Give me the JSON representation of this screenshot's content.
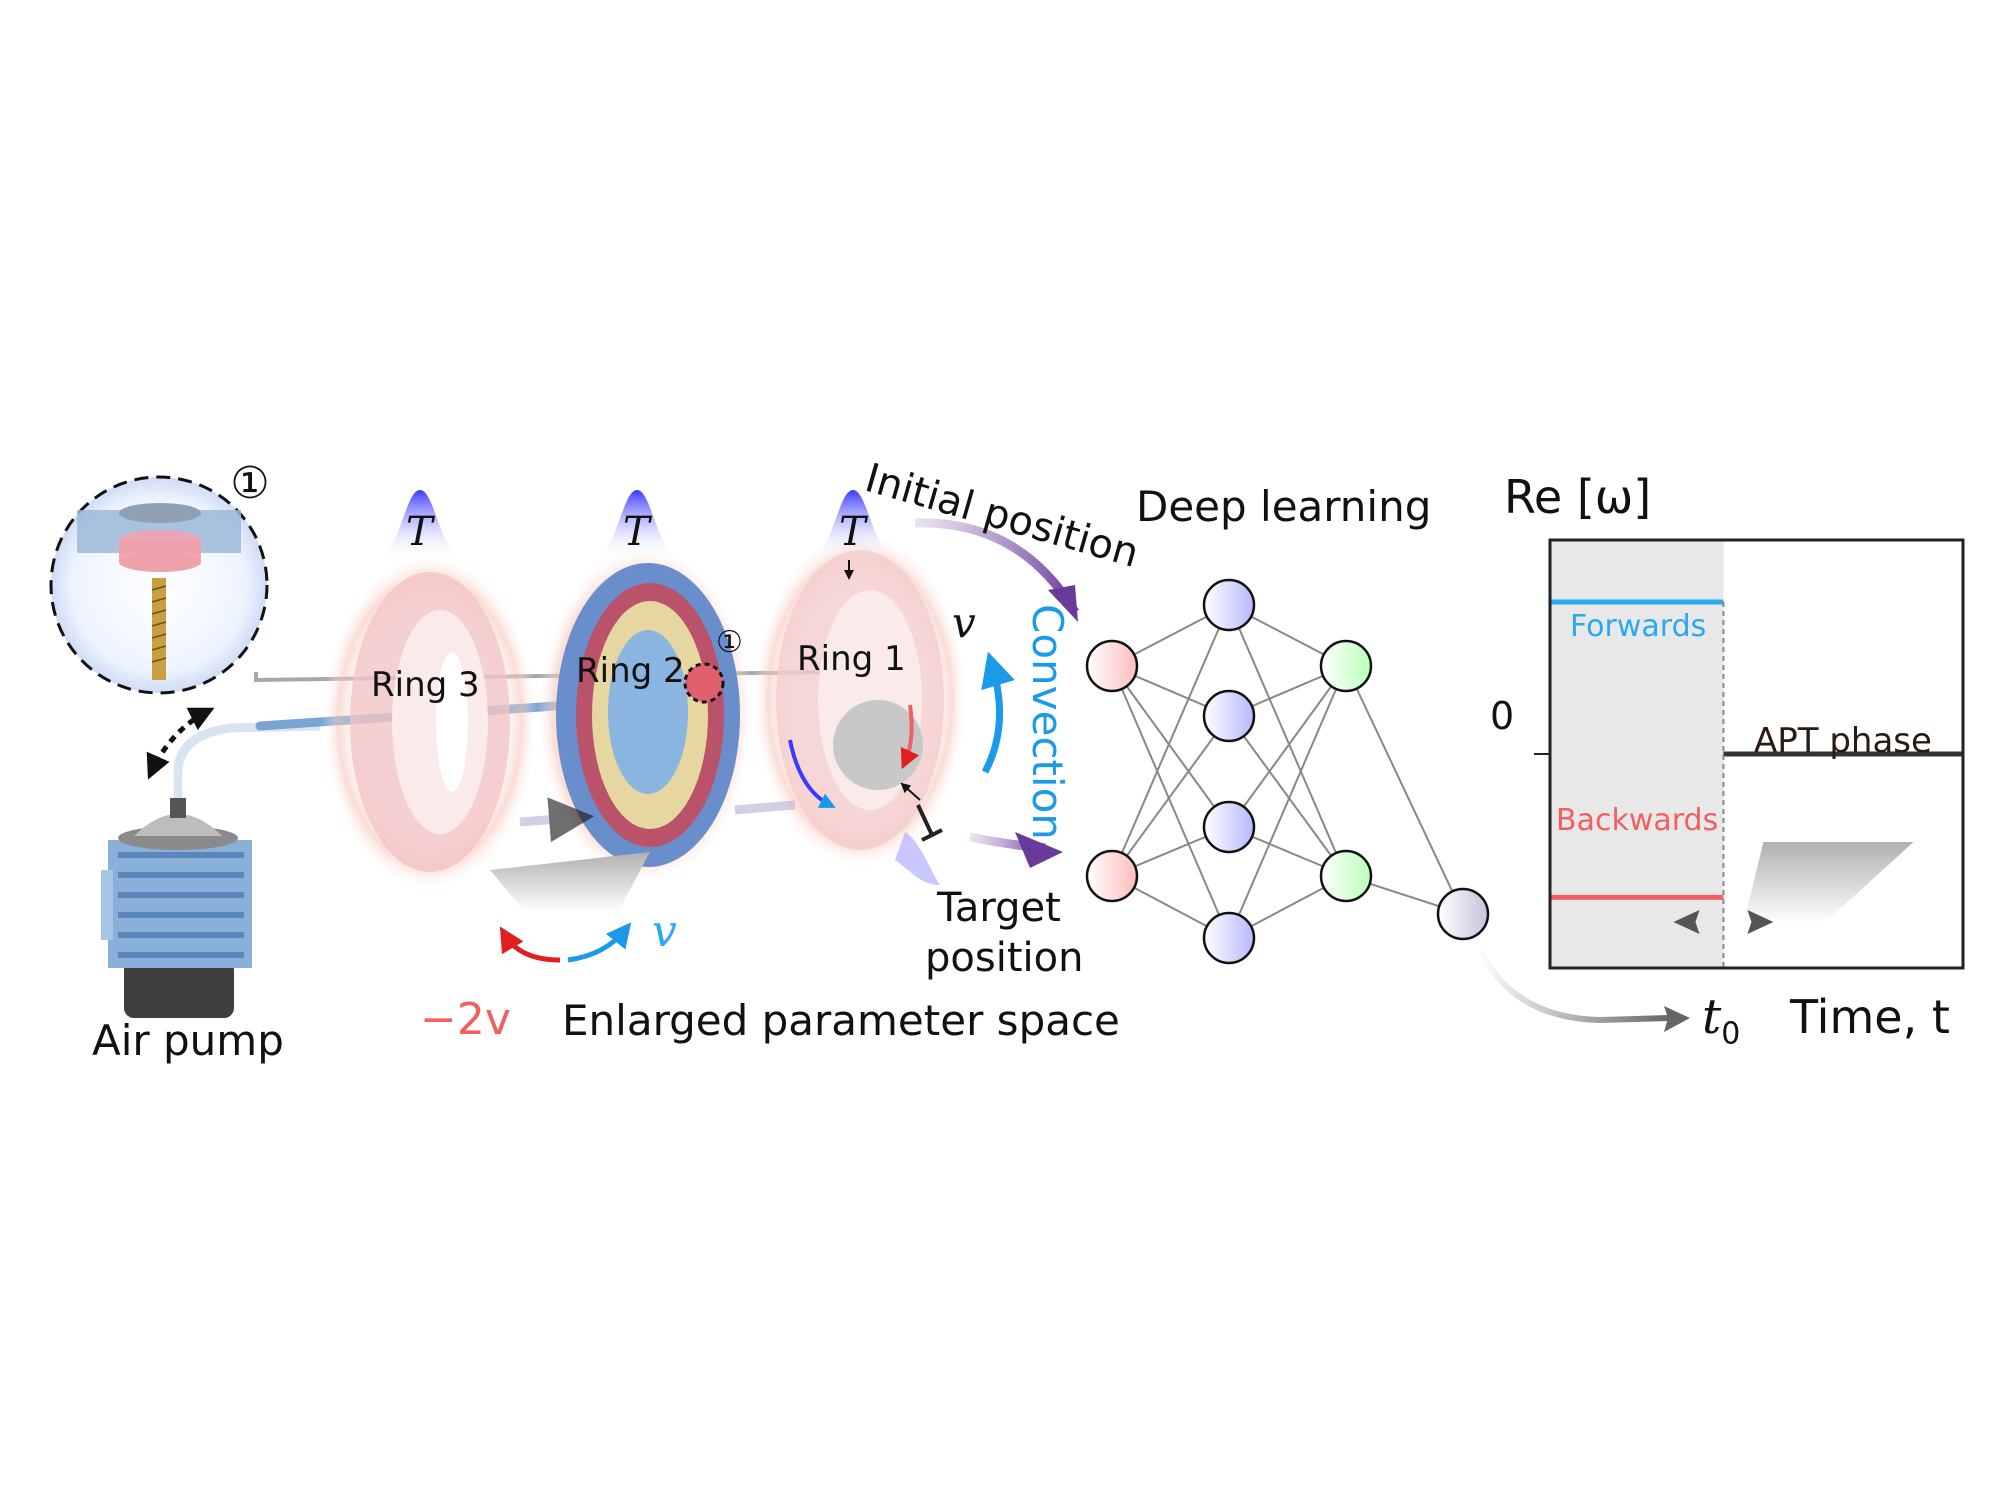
{
  "figure": {
    "air_pump": {
      "label": "Air pump",
      "callout": "①"
    },
    "rings": [
      {
        "label": "Ring 3",
        "temp_symbol": "T"
      },
      {
        "label": "Ring 2",
        "temp_symbol": "T",
        "callout": "①"
      },
      {
        "label": "Ring 1",
        "temp_symbol": "T"
      }
    ],
    "velocity": {
      "minus_two_v": "−2v",
      "v": "v",
      "ring1_v": "v"
    },
    "convection_label": "Convection",
    "enlarged_label": "Enlarged parameter space",
    "initial_position_label": "Initial position",
    "target_position_label_line1": "Target",
    "target_position_label_line2": "position",
    "deep_learning": {
      "title": "Deep learning",
      "layers": [
        {
          "role": "input",
          "nodes": 2,
          "color": "#ffc0c0"
        },
        {
          "role": "hidden",
          "nodes": 4,
          "color": "#c0c0ff"
        },
        {
          "role": "hidden",
          "nodes": 2,
          "color": "#c0ffc0"
        },
        {
          "role": "output",
          "nodes": 1,
          "color": "#c8c4dc"
        }
      ]
    },
    "colors": {
      "forwards": "#2aa8f0",
      "backwards": "#f06060",
      "apt": "#333333",
      "convection": "#1a9ae8",
      "minus_two_v": "#f06060",
      "v": "#2aa8f0",
      "arrow_purple": "#7a4aa8"
    }
  },
  "chart_data": {
    "type": "line",
    "title": "",
    "ylabel": "Re [ω]",
    "xlabel": "Time, t",
    "x_tick_labels": [
      "t0"
    ],
    "x_tick_label_main": "t",
    "x_tick_label_sub": "0",
    "y_tick_labels": [
      "0"
    ],
    "xlim": [
      0,
      1
    ],
    "ylim": [
      -1,
      1
    ],
    "t0": 0.42,
    "shaded_region": {
      "from": 0,
      "to": 0.42,
      "color": "#e8e8e8"
    },
    "series": [
      {
        "name": "Forwards",
        "color": "#2aa8f0",
        "x": [
          0,
          0.42
        ],
        "y": [
          0.71,
          0.71
        ]
      },
      {
        "name": "Backwards",
        "color": "#f06060",
        "x": [
          0,
          0.42
        ],
        "y": [
          -0.67,
          -0.67
        ]
      },
      {
        "name": "APT phase",
        "color": "#333333",
        "x": [
          0.42,
          1
        ],
        "y": [
          0,
          0
        ]
      }
    ],
    "grid": false,
    "legend": "inline labels"
  }
}
